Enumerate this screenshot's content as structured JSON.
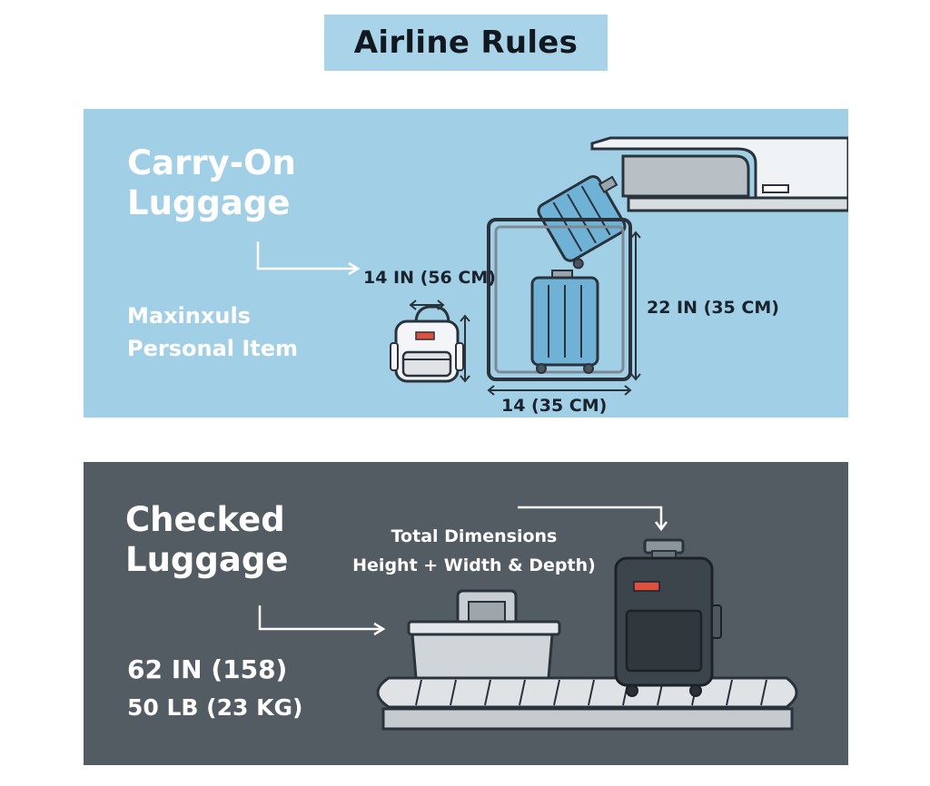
{
  "title": "Airline Rules",
  "carry_on": {
    "heading_line1": "Carry-On",
    "heading_line2": "Luggage",
    "personal_line1": "Maxinxuls",
    "personal_line2": "Personal Item",
    "dim_top": "14 IN (56 CM)",
    "dim_right": "22 IN (35 CM)",
    "dim_bottom": "14 (35 CM)"
  },
  "checked": {
    "heading_line1": "Checked",
    "heading_line2": "Luggage",
    "label_line1": "Total Dimensions",
    "label_line2": "Height + Width & Depth)",
    "size": "62 IN (158)",
    "weight": "50 LB (23 KG)"
  },
  "colors": {
    "carry_panel": "#a1cfe6",
    "checked_panel": "#535b63",
    "title_box": "#a9d3e8",
    "suitcase_blue": "#6fb2d6",
    "tag_red": "#e0503e"
  }
}
